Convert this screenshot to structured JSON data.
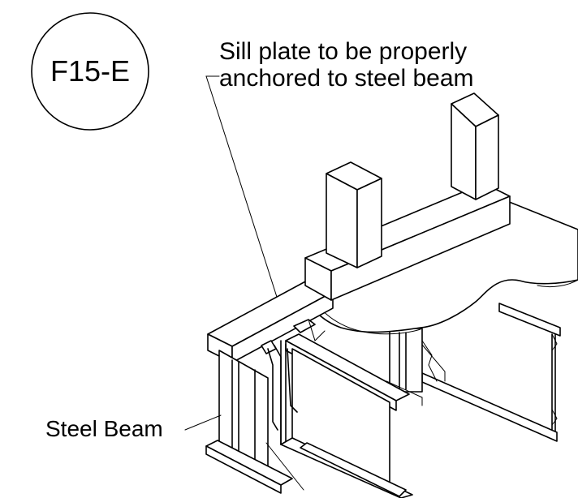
{
  "figure_id": "F15-E",
  "callout": {
    "line1": "Sill plate to be properly",
    "line2": "anchored to steel beam"
  },
  "beam_label": "Steel Beam"
}
